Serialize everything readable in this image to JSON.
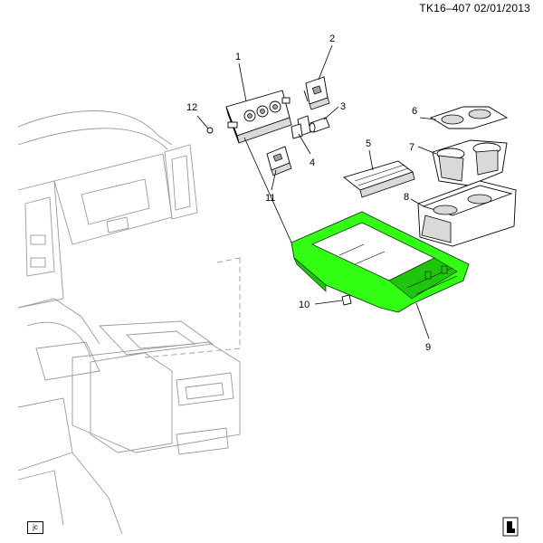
{
  "header": {
    "reference": "TK16–407  02/01/2013"
  },
  "callouts": [
    "1",
    "2",
    "3",
    "4",
    "5",
    "6",
    "7",
    "8",
    "9",
    "10",
    "11",
    "12"
  ],
  "footer": {
    "initials": "jc"
  },
  "icons": {
    "bottom_right": "seat-icon"
  },
  "colors": {
    "highlight": "#33ff14",
    "line": "#000000",
    "background": "#ffffff"
  }
}
